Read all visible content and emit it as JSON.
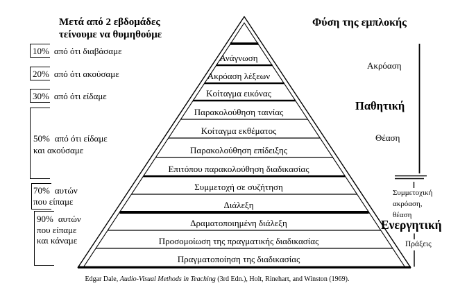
{
  "colors": {
    "background": "#ffffff",
    "ink": "#000000"
  },
  "left_panel": {
    "header_line1": "Μετά από 2 εβδομάδες",
    "header_line2": "τείνουμε να θυμηθούμε",
    "items": [
      {
        "pct": "10%",
        "desc": "από ότι διαβάσαμε"
      },
      {
        "pct": "20%",
        "desc": "από ότι ακούσαμε"
      },
      {
        "pct": "30%",
        "desc": "από ότι είδαμε"
      },
      {
        "pct": "50%",
        "desc": "από ότι είδαμε",
        "desc2": "και ακούσαμε"
      },
      {
        "pct": "70%",
        "desc": "αυτών",
        "desc2": "που είπαμε"
      },
      {
        "pct": "90%",
        "desc": "αυτών",
        "desc2": "που είπαμε",
        "desc3": "και κάναμε"
      }
    ]
  },
  "right_panel": {
    "header": "Φύση της εμπλοκής",
    "listening": "Ακρόαση",
    "passive": "Παθητική",
    "viewing": "Θέαση",
    "participatory_line1": "Συμμετοχική",
    "participatory_line2": "ακρόαση,",
    "participatory_line3": "θέαση",
    "active": "Ενεργητική",
    "actions": "Πράξεις"
  },
  "pyramid": {
    "levels": [
      {
        "label": "Ανάγνωση"
      },
      {
        "label": "Ακρόαση λέξεων"
      },
      {
        "label": "Κοίταγμα εικόνας"
      },
      {
        "label": "Παρακολούθηση ταινίας"
      },
      {
        "label": "Κοίταγμα εκθέματος"
      },
      {
        "label": "Παρακολούθηση επίδειξης"
      },
      {
        "label": "Επιτόπου παρακολούθηση διαδικασίας"
      },
      {
        "label": "Συμμετοχή σε συζήτηση"
      },
      {
        "label": "Διάλεξη"
      },
      {
        "label": "Δραματοποιημένη διάλεξη"
      },
      {
        "label": "Προσομοίωση της πραγματικής διαδικασίας"
      },
      {
        "label": "Πραγματοποίηση της διαδικασίας"
      }
    ]
  },
  "citation": {
    "pre": "Edgar Dale, ",
    "title_italic": "Audio-Visual Methods in Teaching",
    "post": " (3rd Edn.), Holt, Rinehart, and Winston (1969)."
  }
}
